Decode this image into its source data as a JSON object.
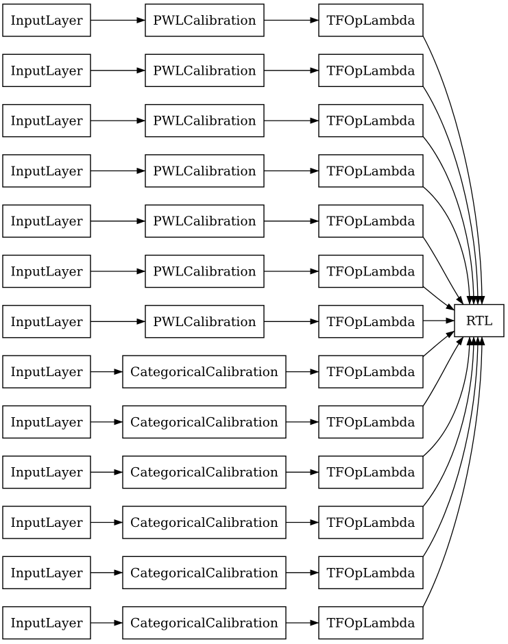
{
  "diagram": {
    "type": "model-architecture-graph",
    "background_color": "#ffffff",
    "node": {
      "fill": "#ffffff",
      "border": "#000000",
      "text_color": "#000000"
    },
    "edge": {
      "color": "#000000"
    },
    "output_node": {
      "label": "RTL"
    },
    "rows": [
      {
        "input": "InputLayer",
        "calibration": "PWLCalibration",
        "op": "TFOpLambda"
      },
      {
        "input": "InputLayer",
        "calibration": "PWLCalibration",
        "op": "TFOpLambda"
      },
      {
        "input": "InputLayer",
        "calibration": "PWLCalibration",
        "op": "TFOpLambda"
      },
      {
        "input": "InputLayer",
        "calibration": "PWLCalibration",
        "op": "TFOpLambda"
      },
      {
        "input": "InputLayer",
        "calibration": "PWLCalibration",
        "op": "TFOpLambda"
      },
      {
        "input": "InputLayer",
        "calibration": "PWLCalibration",
        "op": "TFOpLambda"
      },
      {
        "input": "InputLayer",
        "calibration": "PWLCalibration",
        "op": "TFOpLambda"
      },
      {
        "input": "InputLayer",
        "calibration": "CategoricalCalibration",
        "op": "TFOpLambda"
      },
      {
        "input": "InputLayer",
        "calibration": "CategoricalCalibration",
        "op": "TFOpLambda"
      },
      {
        "input": "InputLayer",
        "calibration": "CategoricalCalibration",
        "op": "TFOpLambda"
      },
      {
        "input": "InputLayer",
        "calibration": "CategoricalCalibration",
        "op": "TFOpLambda"
      },
      {
        "input": "InputLayer",
        "calibration": "CategoricalCalibration",
        "op": "TFOpLambda"
      },
      {
        "input": "InputLayer",
        "calibration": "CategoricalCalibration",
        "op": "TFOpLambda"
      }
    ],
    "connections": {
      "per_row": [
        "input -> calibration",
        "calibration -> op"
      ],
      "fan_in": "every op (TFOpLambda) -> output_node (RTL)"
    }
  }
}
